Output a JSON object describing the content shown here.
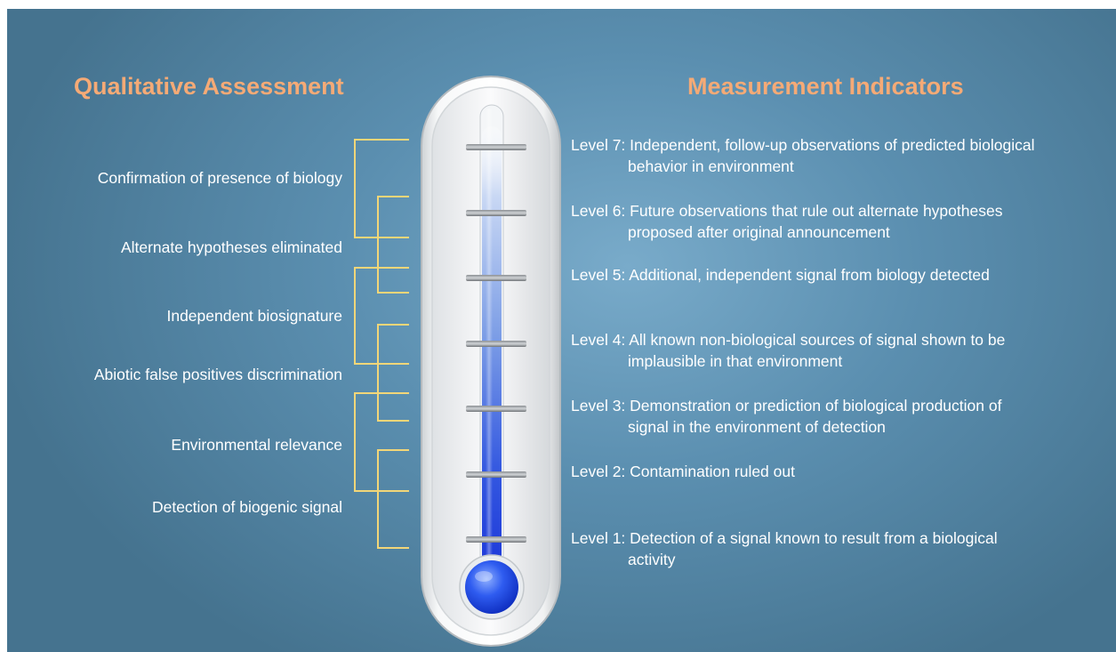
{
  "headings": {
    "qualitative": "Qualitative Assessment",
    "measurement": "Measurement Indicators"
  },
  "qualitative_labels": [
    "Confirmation of presence of biology",
    "Alternate hypotheses eliminated",
    "Independent biosignature",
    "Abiotic false positives discrimination",
    "Environmental relevance",
    "Detection of biogenic signal"
  ],
  "levels": [
    {
      "level": "Level 7:",
      "text": "Independent, follow-up observations of predicted biological",
      "cont": "behavior in environment"
    },
    {
      "level": "Level 6:",
      "text": "Future observations that rule out alternate hypotheses",
      "cont": "proposed after original announcement"
    },
    {
      "level": "Level 5:",
      "text": "Additional, independent signal from biology detected",
      "cont": ""
    },
    {
      "level": "Level 4:",
      "text": "All known non-biological sources of signal shown to be",
      "cont": "implausible in that environment"
    },
    {
      "level": "Level 3:",
      "text": "Demonstration or prediction of biological production of",
      "cont": "signal in the environment of detection"
    },
    {
      "level": "Level 2:",
      "text": "Contamination ruled out",
      "cont": ""
    },
    {
      "level": "Level 1:",
      "text": "Detection of a signal known to result from a biological",
      "cont": "activity"
    }
  ],
  "colors": {
    "heading": "#f5aa76",
    "bracket": "#f2d678",
    "background": "#5b8fb0",
    "mercury": "#1f3fe0",
    "text": "#ffffff"
  }
}
